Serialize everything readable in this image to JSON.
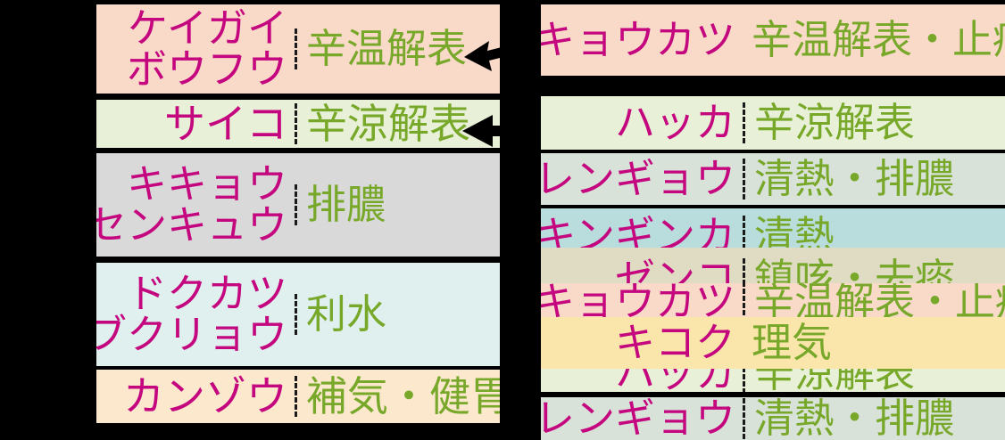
{
  "colors": {
    "background": "#000000",
    "herb_text": "#c4077f",
    "effect_text": "#78a82a",
    "divider": "#1a1a1a"
  },
  "left_panel": {
    "name": "prescription-herb-table-left",
    "rows": [
      {
        "id": "keigai-bofu",
        "herb_lines": [
          "ケイガイ",
          "ボウフウ"
        ],
        "effect_lines": [
          "辛温解表"
        ],
        "bg": "#f9d9c8",
        "has_divider": true,
        "has_arrow": true,
        "arrow_style": "diagonal"
      },
      {
        "id": "saiko",
        "herb_lines": [
          "サイコ"
        ],
        "effect_lines": [
          "辛涼解表"
        ],
        "bg": "#e8f1d7",
        "has_divider": true,
        "has_arrow": true,
        "arrow_style": "horizontal"
      },
      {
        "id": "kikyou-senkyuu",
        "herb_lines": [
          "キキョウ",
          "センキュウ"
        ],
        "effect_lines": [
          "排膿"
        ],
        "bg": "#d9d9d9",
        "has_divider": true,
        "has_arrow": false,
        "arrow_style": ""
      },
      {
        "id": "dokukatsu-bukuryou",
        "herb_lines": [
          "ドクカツ",
          "ブクリョウ"
        ],
        "effect_lines": [
          "利水"
        ],
        "bg": "#dff0ef",
        "has_divider": true,
        "has_arrow": false,
        "arrow_style": ""
      },
      {
        "id": "kanzou",
        "herb_lines": [
          "カンゾウ"
        ],
        "effect_lines": [
          "補気・健胃"
        ],
        "bg": "#fbe8cd",
        "has_divider": true,
        "has_arrow": false,
        "arrow_style": ""
      }
    ]
  },
  "right_panel": {
    "name": "prescription-herb-table-right",
    "rows": [
      {
        "id": "kyoukatsu",
        "herb_lines": [
          "キョウカツ"
        ],
        "effect_lines": [
          "辛温解表・止痛"
        ],
        "bg": "#f9d9c8",
        "has_divider": false
      },
      {
        "id": "hakka-1",
        "herb_lines": [
          "ハッカ"
        ],
        "effect_lines": [
          "辛涼解表"
        ],
        "bg": "#e8f1d7",
        "has_divider": true
      },
      {
        "id": "rengyou-1",
        "herb_lines": [
          "レンギョウ"
        ],
        "effect_lines": [
          "清熱・排膿"
        ],
        "bg": "#d9e2d9",
        "has_divider": true
      },
      {
        "id": "kinginka",
        "herb_lines": [
          "キンギンカ"
        ],
        "effect_lines": [
          "清熱"
        ],
        "bg": "#b9dcdd",
        "has_divider": true
      },
      {
        "id": "zenko",
        "herb_lines": [
          "ゼンコ"
        ],
        "effect_lines": [
          "鎮咳・去痰"
        ],
        "bg": "#e0dcc4",
        "has_divider": true
      },
      {
        "id": "kyoukatsu-2",
        "herb_lines": [
          "キョウカツ"
        ],
        "effect_lines": [
          "辛温解表・止痛"
        ],
        "bg": "#f9d9c8",
        "has_divider": true
      },
      {
        "id": "kikoku",
        "herb_lines": [
          "キコク"
        ],
        "effect_lines": [
          "理気"
        ],
        "bg": "#fae6ab",
        "has_divider": false
      },
      {
        "id": "hakka-2",
        "herb_lines": [
          "ハッカ"
        ],
        "effect_lines": [
          "辛涼解表"
        ],
        "bg": "#e8f1d7",
        "has_divider": true
      },
      {
        "id": "rengyou-2",
        "herb_lines": [
          "レンギョウ"
        ],
        "effect_lines": [
          "清熱・排膿"
        ],
        "bg": "#d9e2d9",
        "has_divider": true
      }
    ]
  },
  "arrows": {
    "arrow_1_label": "pointer-arrow-to-keigai-bofu",
    "arrow_2_label": "pointer-arrow-to-saiko"
  }
}
